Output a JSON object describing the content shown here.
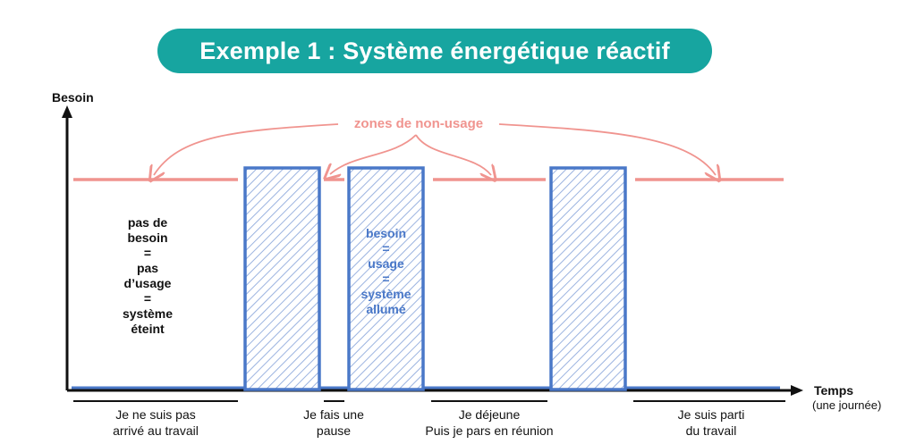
{
  "title": "Exemple 1 : Système énergétique réactif",
  "axes": {
    "y_label": "Besoin",
    "x_label": "Temps",
    "x_sublabel": "(une journée)"
  },
  "zones_label": "zones de non-usage",
  "left_annotation": [
    "pas de",
    "besoin",
    "=",
    "pas",
    "d’usage",
    "=",
    "système",
    "éteint"
  ],
  "usage_annotation": [
    "besoin",
    "=",
    "usage",
    "=",
    "système",
    "allumé"
  ],
  "captions": [
    [
      "Je ne suis pas",
      "arrivé au travail"
    ],
    [
      "Je fais une",
      "pause"
    ],
    [
      "Je déjeune",
      "Puis je pars en réunion"
    ],
    [
      "Je suis parti",
      "du travail"
    ]
  ],
  "colors": {
    "teal": "#17a5a0",
    "salmon": "#f0948f",
    "blue": "#4a78c8",
    "axis": "#111111"
  }
}
